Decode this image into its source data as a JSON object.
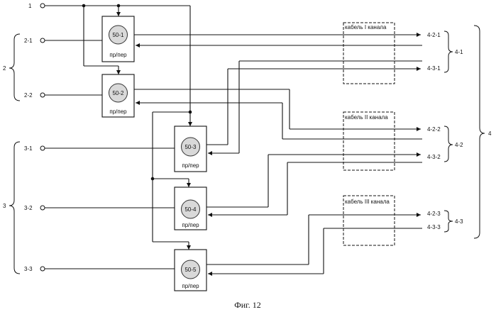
{
  "inputs": {
    "in_1": "1",
    "in_2_1": "2-1",
    "in_2_2": "2-2",
    "in_3_1": "3-1",
    "in_3_2": "3-2",
    "in_3_3": "3-3"
  },
  "groups": {
    "group_2": "2",
    "group_3": "3",
    "group_4": "4"
  },
  "blocks": [
    {
      "id": "50-1",
      "sub": "пр/пер"
    },
    {
      "id": "50-2",
      "sub": "пр/пер"
    },
    {
      "id": "50-3",
      "sub": "пр/пер"
    },
    {
      "id": "50-4",
      "sub": "пр/пер"
    },
    {
      "id": "50-5",
      "sub": "пр/пер"
    }
  ],
  "cables": {
    "cable_1": "кабель I канала",
    "cable_2": "кабель II канала",
    "cable_3": "кабель III канала"
  },
  "outputs": {
    "out_4_2_1": "4-2-1",
    "out_4_3_1": "4-3-1",
    "out_4_2_2": "4-2-2",
    "out_4_3_2": "4-3-2",
    "out_4_2_3": "4-2-3",
    "out_4_3_3": "4-3-3"
  },
  "output_groups": {
    "g_4_1": "4-1",
    "g_4_2": "4-2",
    "g_4_3": "4-3"
  },
  "caption": "Фиг. 12"
}
